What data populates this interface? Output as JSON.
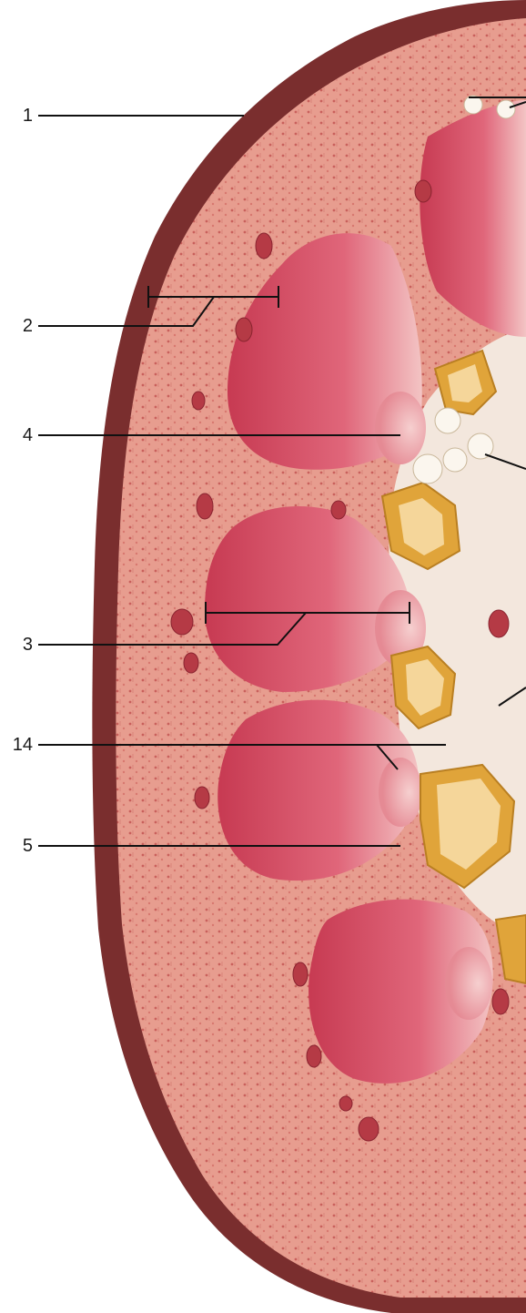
{
  "labels": {
    "l1": "1",
    "l2": "2",
    "l4": "4",
    "l3": "3",
    "l14": "14",
    "l5": "5"
  },
  "colors": {
    "capsule": "#7a2e2e",
    "cortex": "#e79d8f",
    "cortex_dots": "#c9605c",
    "pyramid": "#d9485f",
    "pyramid_light": "#f2b8b8",
    "papilla": "#eaa7a3",
    "sinus_fat": "#f3e7dd",
    "calyx_outer": "#e0a43a",
    "calyx_inner": "#f5d69a",
    "vessel": "#b53a45",
    "leader": "#111111"
  }
}
